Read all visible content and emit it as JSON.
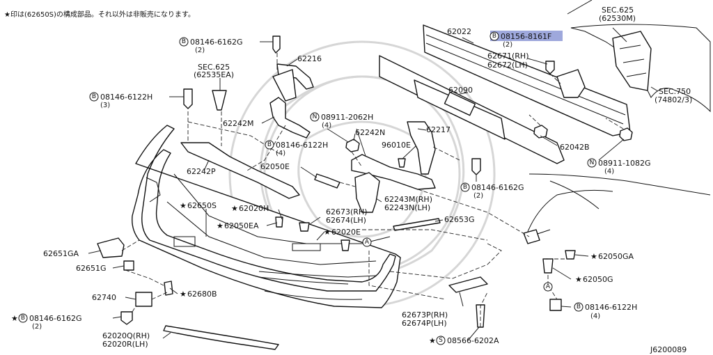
{
  "note": "★印は(62650S)の構成部品。それ以外は非販売になります。",
  "diagram_id": "J6200089",
  "callouts": {
    "c01": {
      "pre": "B",
      "num": "08146-6162G",
      "qty": "(2)"
    },
    "c02": {
      "num": "62216"
    },
    "c03": {
      "num": "SEC.625"
    },
    "c03b": {
      "num": "(62535EA)"
    },
    "c04": {
      "pre": "B",
      "num": "08146-6122H",
      "qty": "(3)"
    },
    "c05": {
      "num": "62242M"
    },
    "c06": {
      "pre": "N",
      "num": "08911-2062H",
      "qty": "(4)"
    },
    "c07": {
      "num": "62242N"
    },
    "c08": {
      "pre": "B",
      "num": "08146-6122H",
      "qty": "(4)"
    },
    "c09": {
      "num": "96010E"
    },
    "c10": {
      "num": "62217"
    },
    "c11": {
      "num": "62050E"
    },
    "c12": {
      "num": "62242P"
    },
    "c13": {
      "num": "62022"
    },
    "c14": {
      "pre": "B",
      "num": "08156-8161F",
      "qty": "(2)"
    },
    "c15": {
      "num": "62671(RH)"
    },
    "c15b": {
      "num": "62672(LH)"
    },
    "c16": {
      "num": "62090"
    },
    "c17": {
      "num": "62042B"
    },
    "c18": {
      "pre": "N",
      "num": "08911-1082G",
      "qty": "(4)"
    },
    "c19": {
      "num": "SEC.625"
    },
    "c19b": {
      "num": "(62530M)"
    },
    "c20": {
      "num": "SEC.750"
    },
    "c20b": {
      "num": "(74802/3)"
    },
    "c21": {
      "pre": "B",
      "num": "08146-6162G",
      "qty": "(2)"
    },
    "c22": {
      "num": "62243M(RH)"
    },
    "c22b": {
      "num": "62243N(LH)"
    },
    "c23": {
      "star": "★",
      "num": "62650S"
    },
    "c24": {
      "star": "★",
      "num": "62020H"
    },
    "c25": {
      "num": "62673(RH)"
    },
    "c25b": {
      "num": "62674(LH)"
    },
    "c26": {
      "num": "62653G"
    },
    "c27": {
      "star": "★",
      "num": "62050EA"
    },
    "c28": {
      "star": "★",
      "num": "62020E"
    },
    "c29": {
      "num": "62651GA"
    },
    "c30": {
      "num": "62651G"
    },
    "c31": {
      "num": "62740"
    },
    "c32": {
      "star": "★",
      "num": "62680B"
    },
    "c33": {
      "star": "★",
      "pre": "B",
      "num": "08146-6162G",
      "qty": "(2)"
    },
    "c34": {
      "num": "62020Q(RH)"
    },
    "c34b": {
      "num": "62020R(LH)"
    },
    "c35": {
      "num": "62673P(RH)"
    },
    "c35b": {
      "num": "62674P(LH)"
    },
    "c36": {
      "star": "★",
      "pre": "S",
      "num": "08566-6202A"
    },
    "c37": {
      "star": "★",
      "num": "62050GA"
    },
    "c38": {
      "star": "★",
      "num": "62050G"
    },
    "c39": {
      "pre": "B",
      "num": "08146-6122H",
      "qty": "(4)"
    },
    "refA": "A"
  },
  "colors": {
    "highlight": "#9ea8dc",
    "line": "#222222",
    "watermark": "#d6d6d6"
  }
}
